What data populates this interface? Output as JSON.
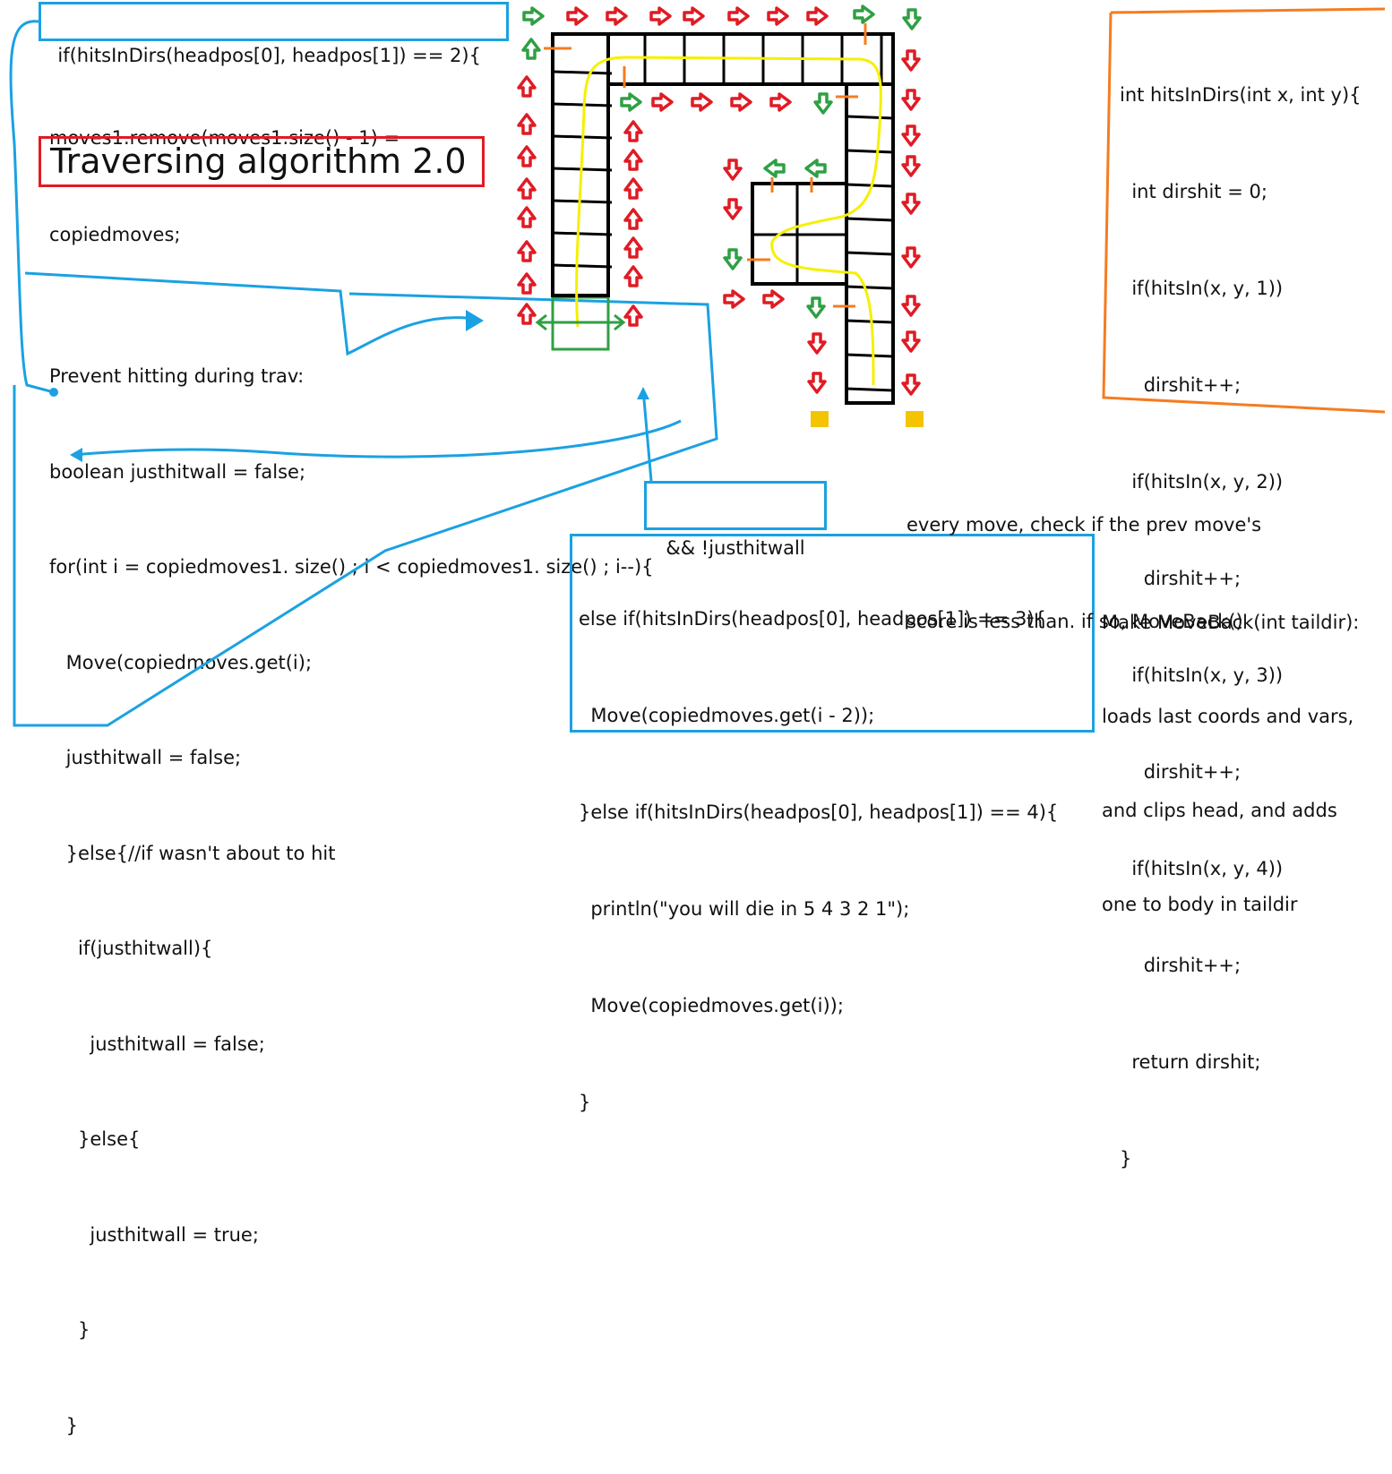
{
  "header_code": "if(hitsInDirs(headpos[0], headpos[1]) == 2){",
  "remove_code": [
    "moves1.remove(moves1.size() - 1) =",
    "copiedmoves;"
  ],
  "title": "Traversing algorithm 2.0",
  "prevent_block": [
    "Prevent hitting during trav:",
    "boolean justhitwall = false;",
    "for(int i = copiedmoves1. size() ; i < copiedmoves1. size() ; i--){",
    " Move(copiedmoves.get(i);",
    " justhitwall = false;",
    " }else{//if wasn't about to hit",
    "   if(justhitwall){",
    "     justhitwall = false;",
    "   }else{",
    "     justhitwall = true;",
    "   }",
    " }"
  ],
  "justhitwall_tag": "&& !justhitwall",
  "elseif_block": [
    "else if(hitsInDirs(headpos[0], headpos[1]) == 3){",
    "  Move(copiedmoves.get(i - 2));",
    "}else if(hitsInDirs(headpos[0], headpos[1]) == 4){",
    "  println(\"you will die in 5 4 3 2 1\");",
    "  Move(copiedmoves.get(i));",
    "}"
  ],
  "hitsindirs_block": [
    "int hitsInDirs(int x, int y){",
    "  int dirshit = 0;",
    "  if(hitsIn(x, y, 1))",
    "    dirshit++;",
    "  if(hitsIn(x, y, 2))",
    "    dirshit++;",
    "  if(hitsIn(x, y, 3))",
    "    dirshit++;",
    "  if(hitsIn(x, y, 4))",
    "    dirshit++;",
    "  return dirshit;",
    "}"
  ],
  "note_score": [
    "every move, check if the prev move's",
    "score is less than. if so, MoveBack()"
  ],
  "note_moveback": [
    "Make MoveBack(int taildir):",
    "loads last coords and vars,",
    "and clips head, and adds",
    "one to body in taildir"
  ],
  "colors": {
    "blue": "#1ba1e2",
    "red": "#e01b24",
    "orange": "#f57c20",
    "green": "#2ea043",
    "yellow": "#f5f000",
    "gold": "#f5c400"
  }
}
